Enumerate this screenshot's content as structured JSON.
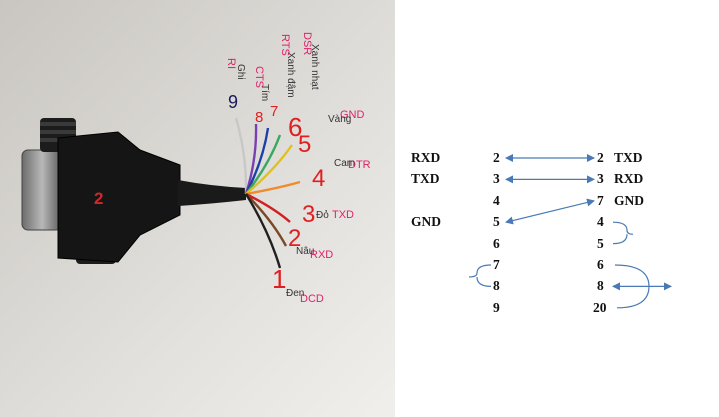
{
  "photo": {
    "connector_number": "2",
    "wires": [
      {
        "signal": "RI",
        "color_name": "Ghi",
        "pin": "9",
        "color": "#c8c8c8"
      },
      {
        "signal": "CTS",
        "color_name": "Tím",
        "pin": "8",
        "color": "#7a3fb0"
      },
      {
        "signal": "RTS",
        "color_name": "Xanh đậm",
        "pin": "7",
        "color": "#1f3fa8"
      },
      {
        "signal": "DSR",
        "color_name": "Xanh nhạt",
        "pin": "6",
        "color": "#3aa860"
      },
      {
        "signal": "GND",
        "color_name": "Vàng",
        "pin": "5",
        "color": "#e0c020"
      },
      {
        "signal": "DTR",
        "color_name": "Cam",
        "pin": "4",
        "color": "#f08a2a"
      },
      {
        "signal": "TXD",
        "color_name": "Đỏ",
        "pin": "3",
        "color": "#d02020"
      },
      {
        "signal": "RXD",
        "color_name": "Nâu",
        "pin": "2",
        "color": "#7a4a28"
      },
      {
        "signal": "DCD",
        "color_name": "Đen",
        "pin": "1",
        "color": "#202020"
      }
    ],
    "label_colors": {
      "signal": "#e0206a",
      "color_name": "#333333",
      "pin_red": "#e02020",
      "pin_navy": "#1a1a5a"
    }
  },
  "schematic": {
    "rows": [
      {
        "left_label": "RXD",
        "left_pin": "2",
        "right_pin": "2",
        "right_label": "TXD"
      },
      {
        "left_label": "TXD",
        "left_pin": "3",
        "right_pin": "3",
        "right_label": "RXD"
      },
      {
        "left_label": "",
        "left_pin": "4",
        "right_pin": "7",
        "right_label": "GND"
      },
      {
        "left_label": "GND",
        "left_pin": "5",
        "right_pin": "4",
        "right_label": ""
      },
      {
        "left_label": "",
        "left_pin": "6",
        "right_pin": "5",
        "right_label": ""
      },
      {
        "left_label": "",
        "left_pin": "7",
        "right_pin": "6",
        "right_label": ""
      },
      {
        "left_label": "",
        "left_pin": "8",
        "right_pin": "8",
        "right_label": ""
      },
      {
        "left_label": "",
        "left_pin": "9",
        "right_pin": "20",
        "right_label": ""
      }
    ],
    "arrow_color": "#4a7ab5"
  }
}
